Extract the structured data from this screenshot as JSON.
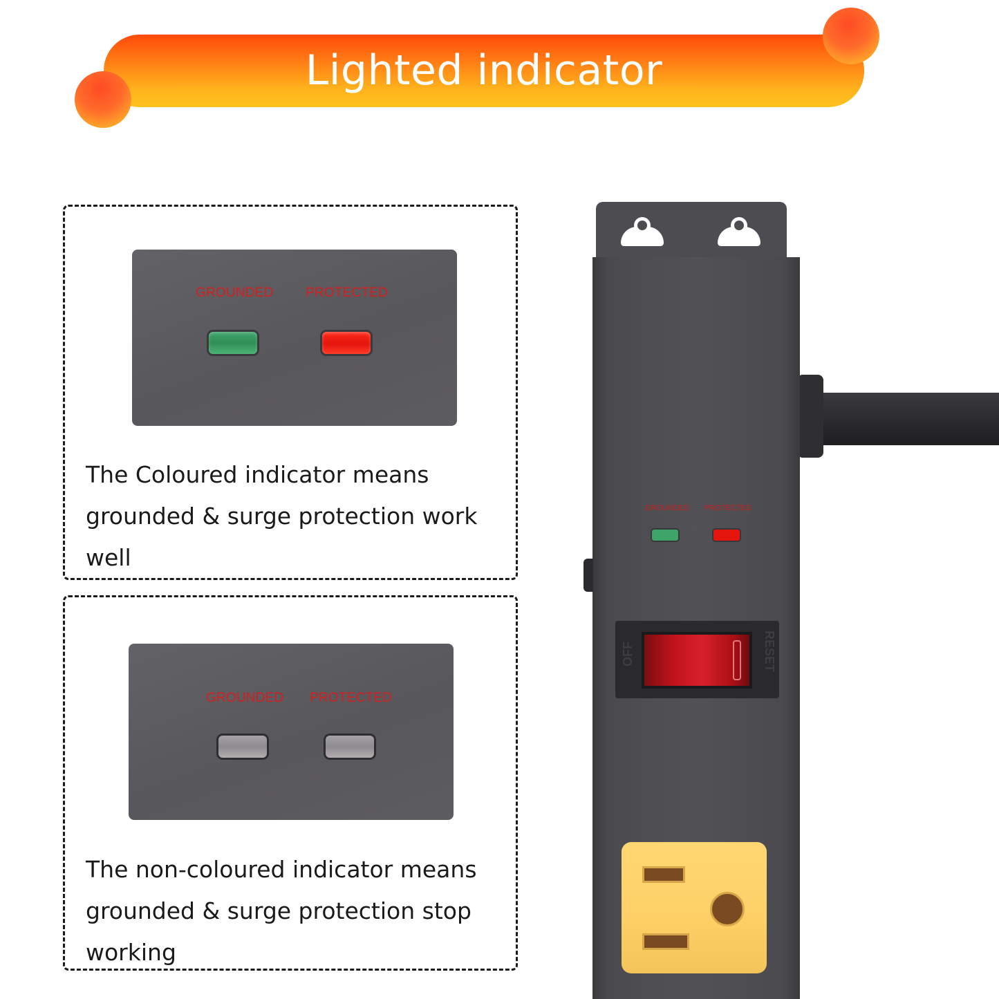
{
  "banner": {
    "title": "Lighted indicator",
    "gradient_colors": [
      "#ff4a0a",
      "#ffc21e"
    ]
  },
  "cards": [
    {
      "state": "on",
      "labels": [
        "GROUNDED",
        "PROTECTED"
      ],
      "lamp_colors": [
        "#2f8f58",
        "#e3150d"
      ],
      "text_lines": [
        "The Coloured indicator means",
        "grounded & surge protection work well"
      ]
    },
    {
      "state": "off",
      "labels": [
        "GROUNDED",
        "PROTECTED"
      ],
      "lamp_colors": [
        "#9a979a",
        "#9a979a"
      ],
      "text_lines": [
        "The non-coloured indicator means",
        "grounded & surge protection stop",
        "working"
      ]
    }
  ],
  "strip": {
    "labels": [
      "GROUNDED",
      "PROTECTED"
    ],
    "switch": {
      "off_label": "OFF",
      "reset_label": "RESET"
    },
    "outlet_color": "#fdd066",
    "body_color": "#525155"
  },
  "icons": [
    "keyhole-icon",
    "rocker-switch-icon",
    "outlet-icon"
  ]
}
